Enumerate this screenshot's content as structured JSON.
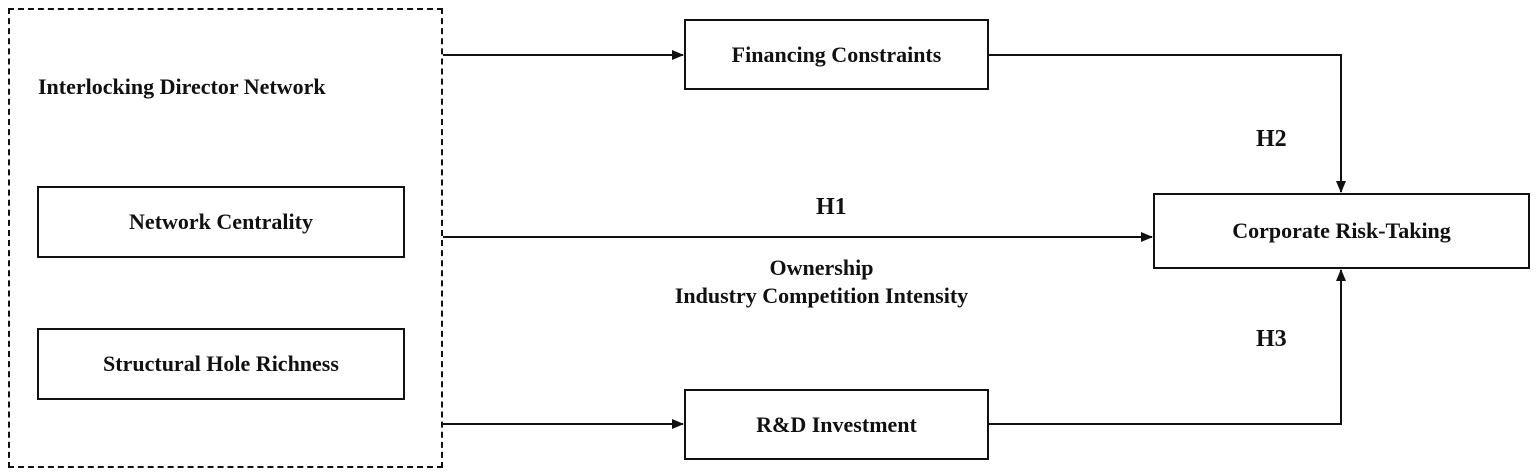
{
  "network_group": {
    "title": "Interlocking Director Network",
    "items": [
      "Network Centrality",
      "Structural Hole Richness"
    ]
  },
  "mediators": {
    "top": "Financing Constraints",
    "bottom": "R&D Investment"
  },
  "outcome": "Corporate Risk-Taking",
  "hypotheses": {
    "h1": "H1",
    "h2": "H2",
    "h3": "H3"
  },
  "moderators": {
    "line1": "Ownership",
    "line2": "Industry Competition Intensity"
  }
}
